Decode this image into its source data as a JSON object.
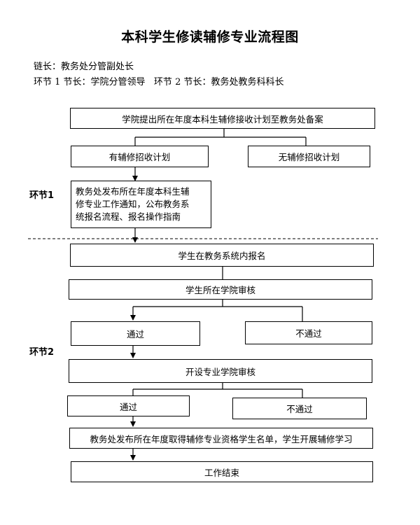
{
  "title": "本科学生修读辅修专业流程图",
  "meta": {
    "line1": "链长：教务处分管副处长",
    "line2": "环节 1 节长：学院分管领导   环节 2 节长：教务处教务科科长"
  },
  "stages": {
    "stage1": "环节1",
    "stage2": "环节2"
  },
  "nodes": {
    "record": "学院提出所在年度本科生辅修接收计划至教务处备案",
    "has_plan": "有辅修招收计划",
    "no_plan": "无辅修招收计划",
    "publish_notice": "教务处发布所在年度本科生辅\n修专业工作通知，公布教务系\n统报名流程、报名操作指南",
    "apply": "学生在教务系统内报名",
    "college_review": "学生所在学院审核",
    "pass1": "通过",
    "fail1": "不通过",
    "offering_review": "开设专业学院审核",
    "pass2": "通过",
    "fail2": "不通过",
    "publish_list": "教务处发布所在年度取得辅修专业资格学生名单，学生开展辅修学习",
    "end": "工作结束"
  }
}
